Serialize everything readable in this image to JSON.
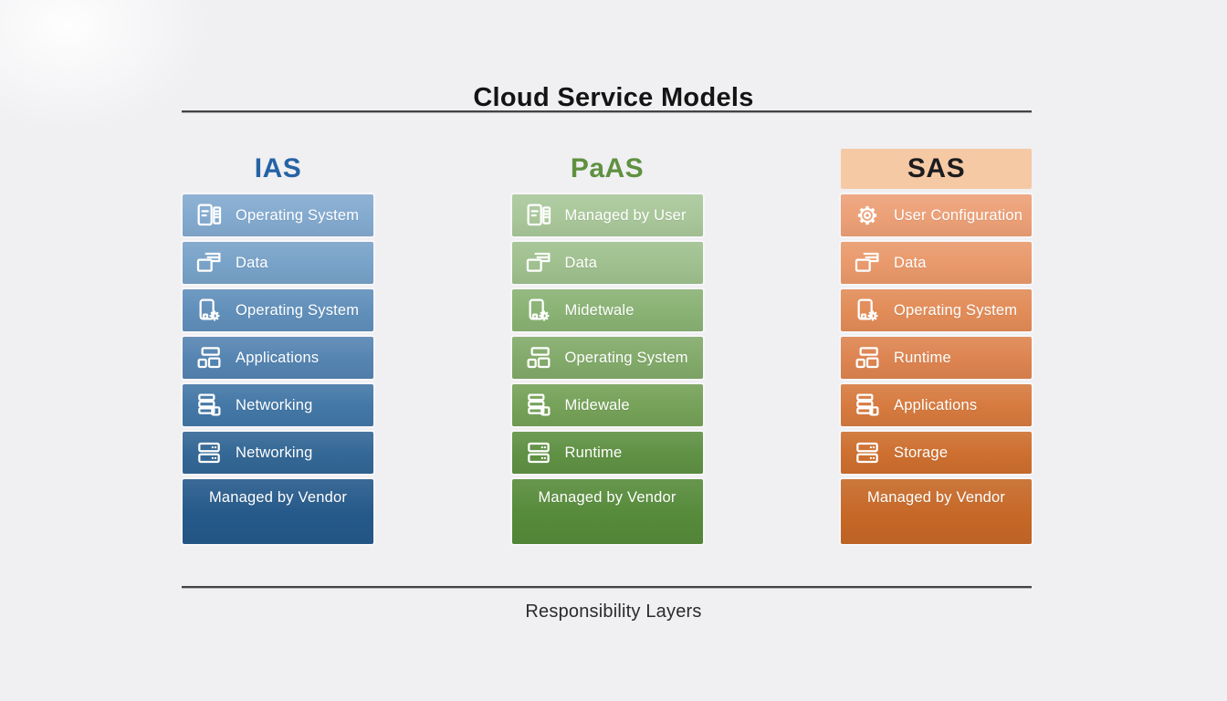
{
  "title": "Cloud Service Models",
  "footer": "Responsibility Layers",
  "theme": {
    "background": "#f0eff2",
    "divider": "#434343",
    "row_text": "#ffffff"
  },
  "columns": [
    {
      "id": "ias",
      "label": "IAS",
      "title_color": "#2563a5",
      "title_bg": "",
      "rows": [
        {
          "label": "Operating System",
          "icon": "document-list-icon",
          "bg": "#83aacf"
        },
        {
          "label": "Data",
          "icon": "data-layers-icon",
          "bg": "#78a2c8"
        },
        {
          "label": "Operating System",
          "icon": "device-gear-icon",
          "bg": "#608fba"
        },
        {
          "label": "Applications",
          "icon": "windows-icon",
          "bg": "#5584b1"
        },
        {
          "label": "Networking",
          "icon": "list-box-icon",
          "bg": "#4377a6"
        },
        {
          "label": "Networking",
          "icon": "server-stack-icon",
          "bg": "#336795"
        },
        {
          "label": "Managed by Vendor",
          "icon": null,
          "bg": "#25598a"
        }
      ]
    },
    {
      "id": "paas",
      "label": "PaAS",
      "title_color": "#5f9140",
      "title_bg": "",
      "rows": [
        {
          "label": "Managed by User",
          "icon": "document-list-icon",
          "bg": "#a9c79a"
        },
        {
          "label": "Data",
          "icon": "data-layers-icon",
          "bg": "#9fc08e"
        },
        {
          "label": "Midetwale",
          "icon": "device-gear-icon",
          "bg": "#8ab274"
        },
        {
          "label": "Operating System",
          "icon": "windows-icon",
          "bg": "#82aa6a"
        },
        {
          "label": "Midewale",
          "icon": "list-box-icon",
          "bg": "#75a158"
        },
        {
          "label": "Runtime",
          "icon": "server-stack-icon",
          "bg": "#5f9144"
        },
        {
          "label": "Managed by Vendor",
          "icon": null,
          "bg": "#568b3a"
        }
      ]
    },
    {
      "id": "sas",
      "label": "SAS",
      "title_color": "#1c1c1e",
      "title_bg": "#f6c9a5",
      "rows": [
        {
          "label": "User Configuration",
          "icon": "gear-icon",
          "bg": "#eca077"
        },
        {
          "label": "Data",
          "icon": "data-layers-icon",
          "bg": "#e9996b"
        },
        {
          "label": "Operating System",
          "icon": "device-gear-icon",
          "bg": "#e28c58"
        },
        {
          "label": "Runtime",
          "icon": "windows-icon",
          "bg": "#dd8450"
        },
        {
          "label": "Applications",
          "icon": "list-box-icon",
          "bg": "#d67a3f"
        },
        {
          "label": "Storage",
          "icon": "server-stack-icon",
          "bg": "#cd6f2f"
        },
        {
          "label": "Managed by Vendor",
          "icon": null,
          "bg": "#c66827"
        }
      ]
    }
  ]
}
